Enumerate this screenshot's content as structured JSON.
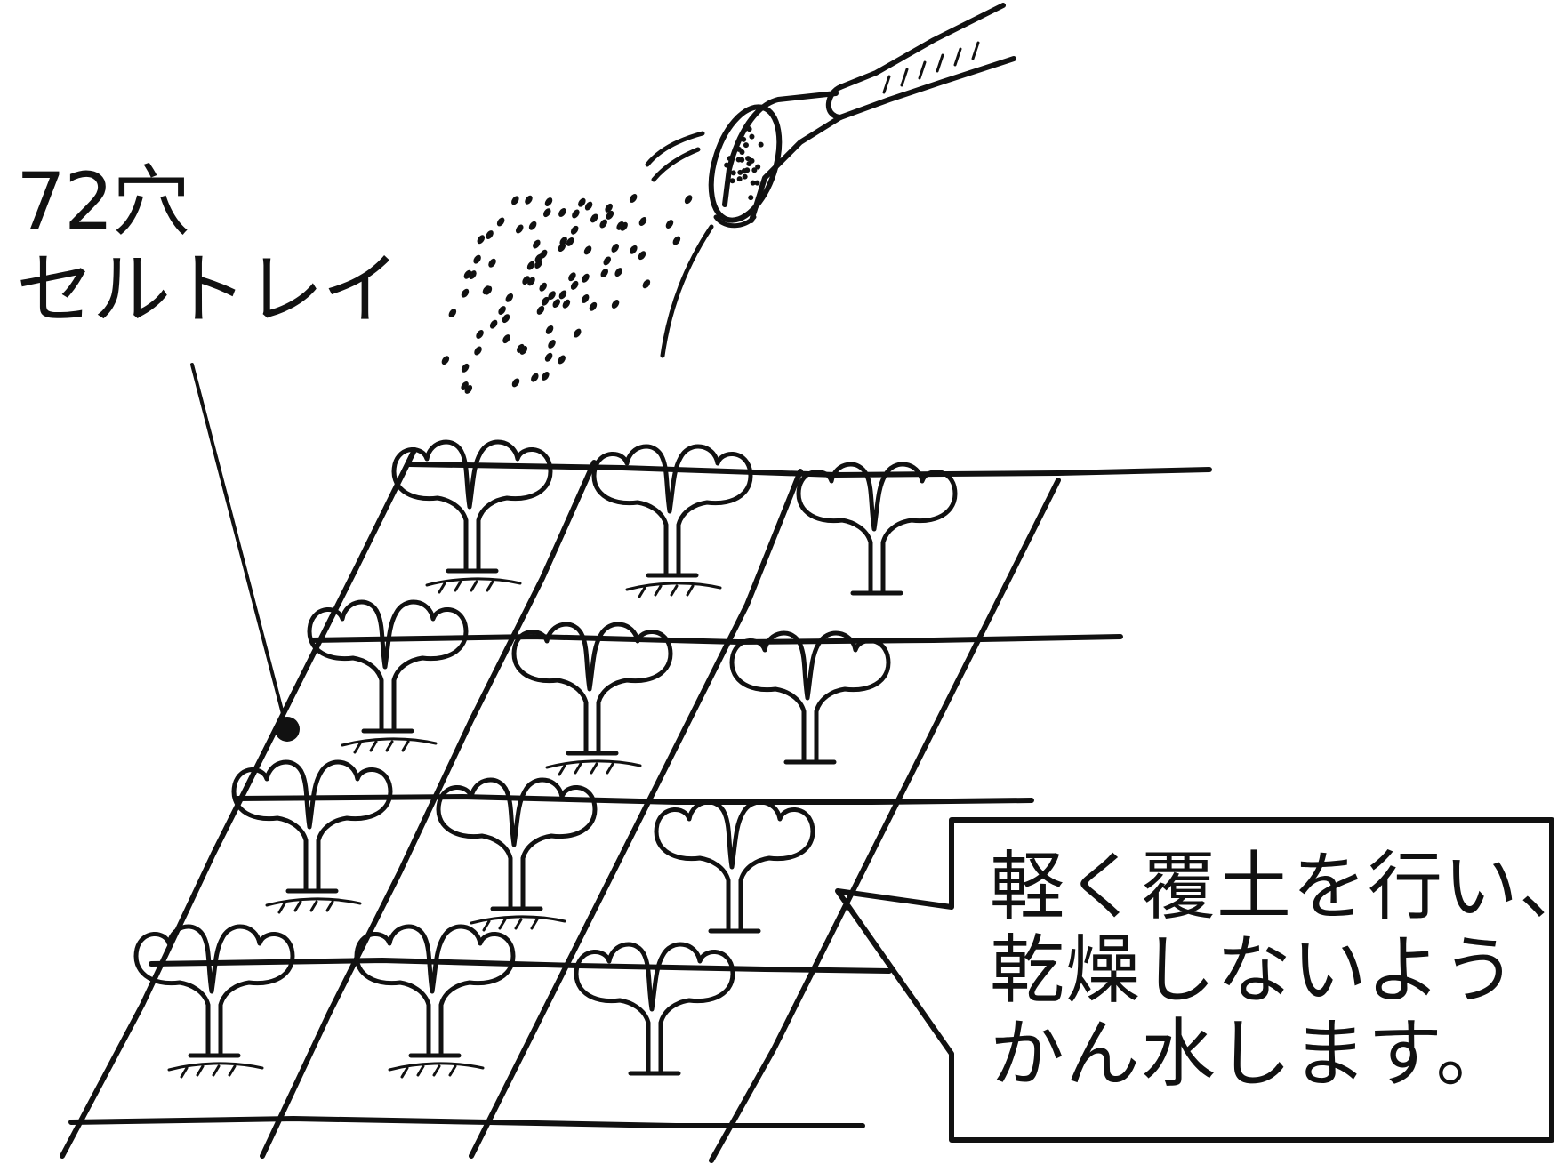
{
  "labels": {
    "tray": [
      "72穴",
      "セルトレイ"
    ],
    "callout": [
      "軽く覆土を行い、",
      "乾燥しないよう",
      "かん水します。"
    ]
  },
  "colors": {
    "ink": "#111111",
    "background": "#ffffff"
  },
  "icons": [
    "watering-can-icon",
    "seedling-icon",
    "water-spray-icon"
  ]
}
